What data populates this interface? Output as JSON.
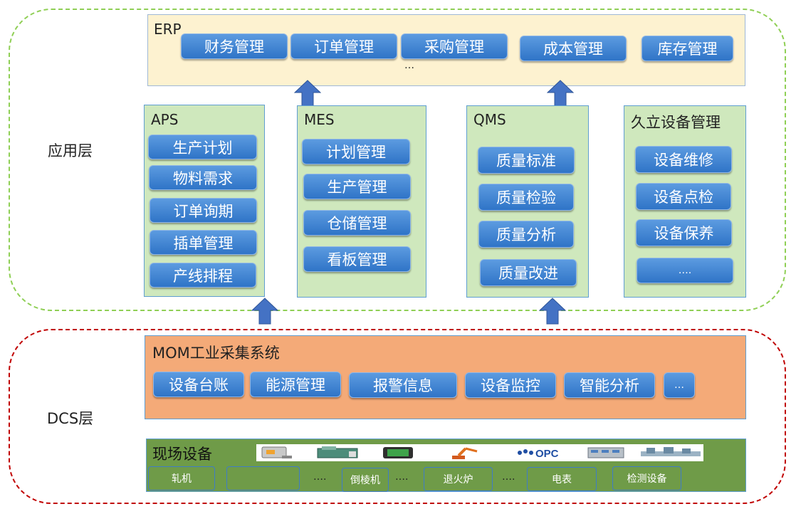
{
  "layers": {
    "app_label": "应用层",
    "dcs_label": "DCS层"
  },
  "erp": {
    "title": "ERP",
    "modules": [
      "财务管理",
      "订单管理",
      "采购管理",
      "成本管理",
      "库存管理"
    ],
    "more": "…"
  },
  "aps": {
    "title": "APS",
    "items": [
      "生产计划",
      "物料需求",
      "订单询期",
      "插单管理",
      "产线排程"
    ]
  },
  "mes": {
    "title": "MES",
    "items": [
      "计划管理",
      "生产管理",
      "仓储管理",
      "看板管理"
    ]
  },
  "qms": {
    "title": "QMS",
    "items": [
      "质量标准",
      "质量检验",
      "质量分析",
      "质量改进"
    ]
  },
  "equip": {
    "title": "久立设备管理",
    "items": [
      "设备维修",
      "设备点检",
      "设备保养",
      "…."
    ]
  },
  "mom": {
    "title": "MOM工业采集系统",
    "items": [
      "设备台账",
      "能源管理",
      "报警信息",
      "设备监控",
      "智能分析",
      "…"
    ]
  },
  "field": {
    "title": "现场设备",
    "devices": [
      "轧机",
      "",
      "倒棱机",
      "退火炉",
      "电表",
      "检测设备"
    ],
    "dots": [
      "….",
      "….",
      "…."
    ],
    "logo_text": "OPC"
  },
  "colors": {
    "button_blue": "#3a80cf",
    "erp_bg": "#fdf2d0",
    "panel_green": "#cfe8bd",
    "mom_orange": "#f4aa78",
    "field_green": "#6f9b48",
    "app_border": "#8fcf55",
    "dcs_border": "#c00000"
  }
}
